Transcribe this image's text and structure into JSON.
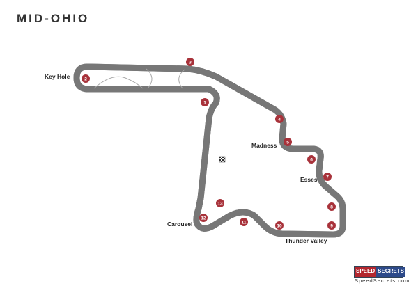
{
  "title": "MID-OHIO",
  "corners": [
    {
      "label": "Key Hole"
    },
    {
      "label": "Madness"
    },
    {
      "label": "Esses"
    },
    {
      "label": "Carousel"
    },
    {
      "label": "Thunder Valley"
    }
  ],
  "turns": [
    "1",
    "2",
    "3",
    "4",
    "5",
    "6",
    "7",
    "8",
    "9",
    "10",
    "11",
    "12",
    "13"
  ],
  "logo": {
    "part1": "SPEED",
    "part2": "SECRETS",
    "url": "SpeedSecrets.com"
  },
  "colors": {
    "turn_marker": "#a8323a",
    "track_edge": "#777777",
    "logo_red": "#b3262e",
    "logo_blue": "#2d4a8a"
  }
}
